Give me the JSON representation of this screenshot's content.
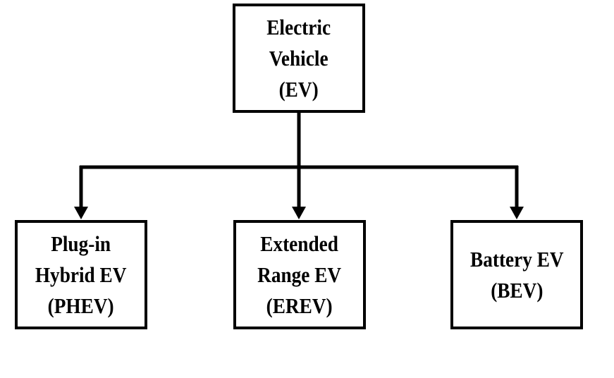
{
  "diagram": {
    "root": {
      "id": "ev",
      "label": "Electric\nVehicle\n(EV)"
    },
    "children": [
      {
        "id": "phev",
        "label": "Plug-in\nHybrid EV\n(PHEV)"
      },
      {
        "id": "erev",
        "label": "Extended\nRange EV\n(EREV)"
      },
      {
        "id": "bev",
        "label": "Battery EV\n(BEV)"
      }
    ],
    "edges": [
      {
        "from": "ev",
        "to": "phev"
      },
      {
        "from": "ev",
        "to": "erev"
      },
      {
        "from": "ev",
        "to": "bev"
      }
    ],
    "colors": {
      "stroke": "#000000",
      "fill": "#ffffff",
      "text": "#000000"
    }
  }
}
